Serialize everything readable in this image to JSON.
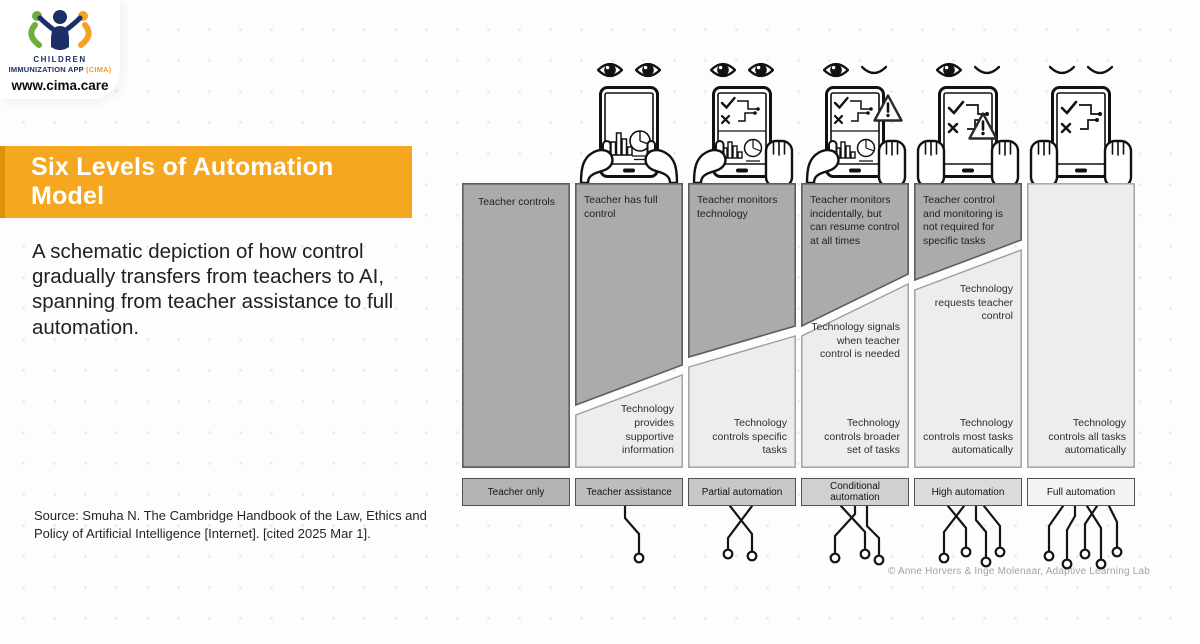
{
  "brand": {
    "name_line1": "CHILDREN",
    "name_line2": "IMMUNIZATION APP",
    "name_suffix": "(CIMA)",
    "website": "www.cima.care"
  },
  "title": "Six Levels of Automation Model",
  "description": "A schematic depiction of how control gradually transfers from teachers to AI, spanning from teacher assistance to full automation.",
  "source": "Source: Smuha N. The Cambridge Handbook of the Law, Ethics and Policy of Artificial Intelligence [Internet]. [cited 2025 Mar 1].",
  "credit": "© Anne Horvers & Inge Molenaar, Adaptive Learning Lab",
  "colors": {
    "accent_orange": "#F4A71F",
    "accent_orange_dark": "#DD9106",
    "brand_navy": "#1C2F66",
    "brand_green": "#6FAE3E",
    "teacher_gray": "#ABABAB",
    "technology_light": "#EDEDED"
  },
  "diagram": {
    "columns": [
      {
        "label": "Teacher only",
        "teacher_text": "Teacher controls",
        "art": {
          "eyes": [],
          "device": "none",
          "hands": "none",
          "alert": false,
          "wires": 0
        }
      },
      {
        "label": "Teacher assistance",
        "teacher_text": "Teacher has full control",
        "tech_text": "Technology provides supportive information",
        "art": {
          "eyes": [
            "open",
            "open"
          ],
          "device": "tablet-analytics",
          "hands": "both-holding",
          "alert": false,
          "wires": 1
        }
      },
      {
        "label": "Partial automation",
        "teacher_text": "Teacher monitors technology",
        "tech_text": "Technology controls specific tasks",
        "art": {
          "eyes": [
            "open",
            "open"
          ],
          "device": "tablet-flow-analytics",
          "hands": "one-holding-one-raised",
          "alert": false,
          "wires": 2
        }
      },
      {
        "label": "Conditional automation",
        "teacher_text": "Teacher monitors incidentally, but can resume control at all times",
        "tech_mid_text": "Technology signals when teacher control is needed",
        "tech_text": "Technology controls broader set of tasks",
        "art": {
          "eyes": [
            "open",
            "closed"
          ],
          "device": "tablet-flow-analytics",
          "hands": "one-holding-one-raised",
          "alert": true,
          "wires": 3
        }
      },
      {
        "label": "High automation",
        "teacher_text": "Teacher control and monitoring is not required for specific tasks",
        "tech_mid_text": "Technology requests teacher control",
        "tech_text": "Technology controls most tasks automatically",
        "art": {
          "eyes": [
            "open",
            "closed"
          ],
          "device": "tablet-flow",
          "hands": "both-raised",
          "alert": true,
          "wires": 4
        }
      },
      {
        "label": "Full automation",
        "tech_text": "Technology controls all tasks automatically",
        "art": {
          "eyes": [
            "closed",
            "closed"
          ],
          "device": "tablet-flow",
          "hands": "both-raised",
          "alert": false,
          "wires": 5
        }
      }
    ]
  }
}
